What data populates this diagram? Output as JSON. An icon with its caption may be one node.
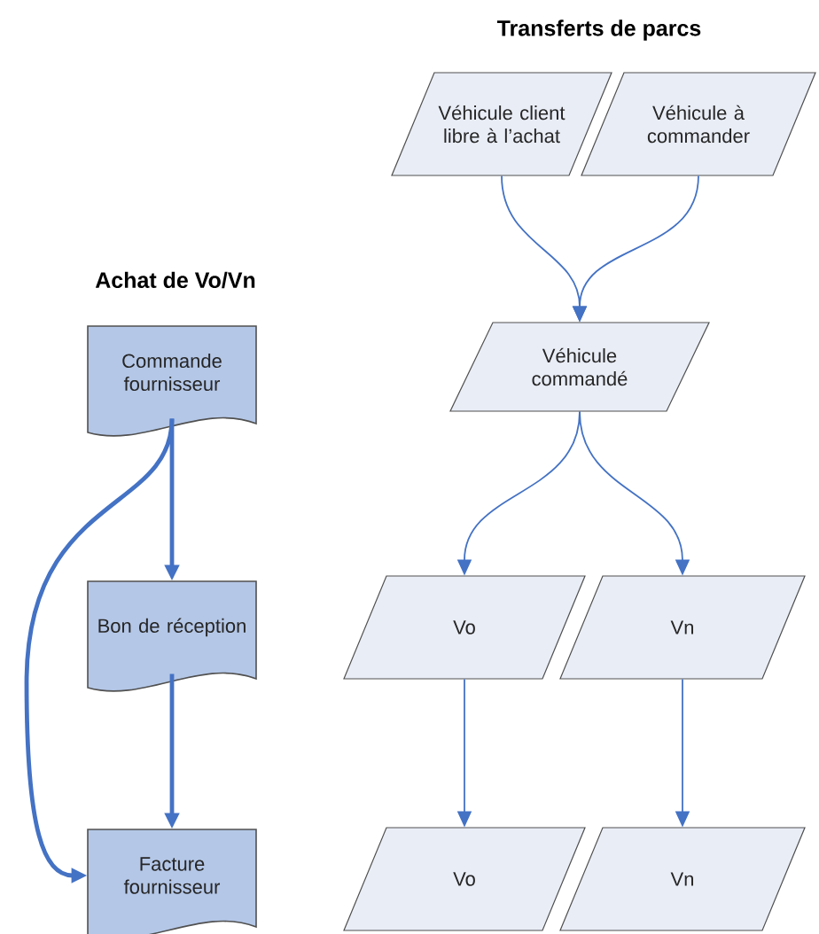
{
  "diagram": {
    "nodes": [
      {
        "text": [
          "Commande fournisseur"
        ]
      },
      {
        "text": [
          "Bon de réception"
        ]
      },
      {
        "text": [
          "Facture fournisseur"
        ]
      },
      {
        "text": [
          "Véhicule client libre à l’achat"
        ]
      },
      {
        "text": [
          "Véhicule à commander"
        ]
      },
      {
        "text": [
          "Véhicule commandé"
        ]
      },
      {
        "text": [
          "Vo"
        ]
      },
      {
        "text": [
          "Vn"
        ]
      },
      {
        "text": [
          "Vo"
        ]
      },
      {
        "text": [
          "Vn"
        ]
      }
    ],
    "edges": [
      {
        "from": 0,
        "to": 1,
        "arrow": "to",
        "style": "thick"
      },
      {
        "from": 1,
        "to": 2,
        "arrow": "to",
        "style": "thick"
      },
      {
        "from": 0,
        "to": 2,
        "arrow": "to",
        "style": "thick"
      },
      {
        "from": 3,
        "to": 5,
        "arrow": "to"
      },
      {
        "from": 4,
        "to": 5,
        "arrow": "to"
      },
      {
        "from": 5,
        "to": 6,
        "arrow": "to"
      },
      {
        "from": 5,
        "to": 7,
        "arrow": "to"
      },
      {
        "from": 6,
        "to": 8,
        "arrow": "to"
      },
      {
        "from": 7,
        "to": 9,
        "arrow": "to"
      }
    ],
    "labels": [
      "Transferts de parcs",
      "Achat de Vo/Vn"
    ]
  }
}
